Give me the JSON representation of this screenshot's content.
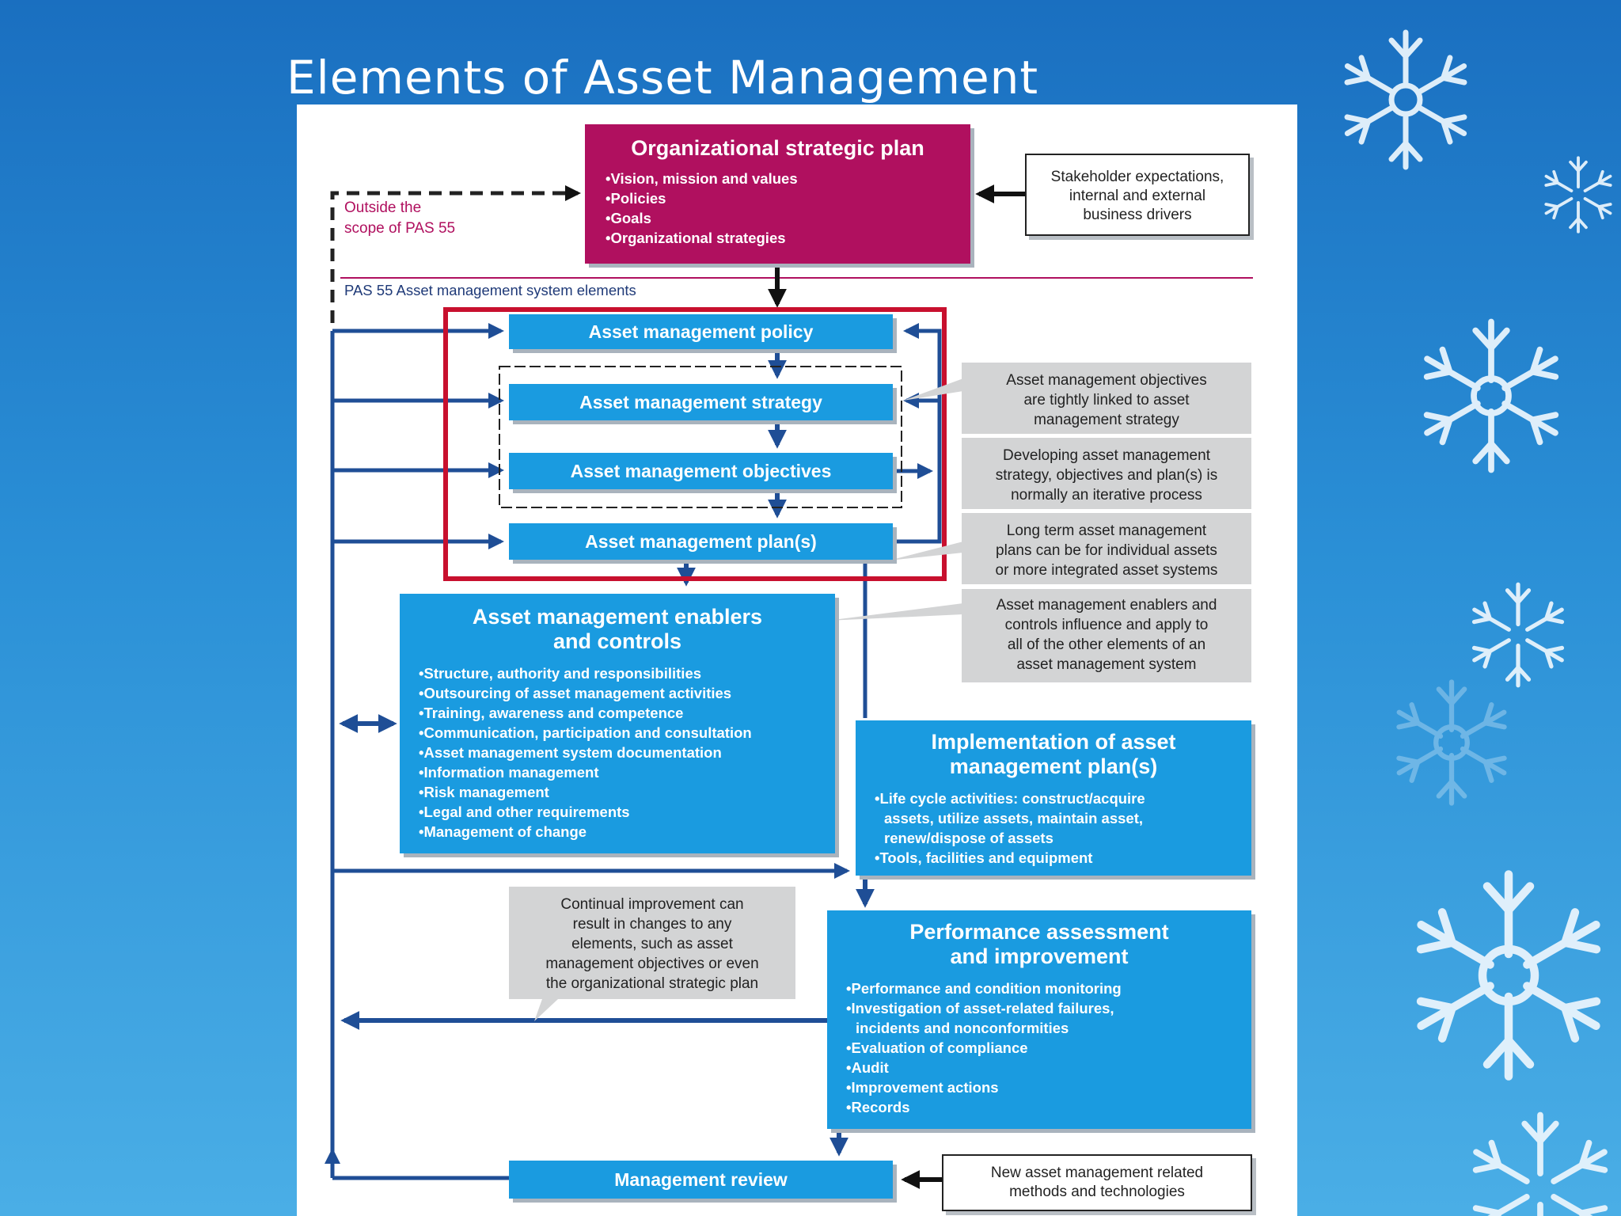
{
  "slide": {
    "title": "Elements of Asset Management"
  },
  "diagram": {
    "strategic_plan": {
      "title": "Organizational strategic plan",
      "bullets": [
        "Vision, mission and values",
        "Policies",
        "Goals",
        "Organizational strategies"
      ]
    },
    "stakeholder_note": "Stakeholder expectations,\ninternal and external\nbusiness drivers",
    "outside_scope_label": "Outside the\nscope of PAS 55",
    "pas55_label": "PAS 55 Asset management system elements",
    "policy": "Asset management policy",
    "strategy": "Asset management strategy",
    "objectives": "Asset management objectives",
    "plans": "Asset management plan(s)",
    "enablers": {
      "title": "Asset management enablers\nand controls",
      "bullets": [
        "Structure, authority and responsibilities",
        "Outsourcing of asset management activities",
        "Training, awareness and competence",
        "Communication, participation and consultation",
        "Asset management system documentation",
        "Information management",
        "Risk management",
        "Legal and other requirements",
        "Management of change"
      ]
    },
    "implementation": {
      "title": "Implementation of asset\nmanagement plan(s)",
      "bullets": [
        "Life cycle activities: construct/acquire\nassets, utilize assets, maintain asset,\nrenew/dispose of assets",
        "Tools, facilities and equipment"
      ]
    },
    "performance": {
      "title": "Performance assessment\nand improvement",
      "bullets": [
        "Performance and condition monitoring",
        "Investigation of asset-related failures,\nincidents and nonconformities",
        "Evaluation of compliance",
        "Audit",
        "Improvement actions",
        "Records"
      ]
    },
    "review": "Management review",
    "notes": {
      "objectives_linked": "Asset management objectives\nare tightly linked to asset\nmanagement strategy",
      "iterative": "Developing asset management\nstrategy, objectives and plan(s) is\nnormally an iterative process",
      "long_term": "Long term asset management\nplans can be for individual assets\nor more integrated asset systems",
      "enablers_influence": "Asset management enablers and\ncontrols influence and apply to\nall of the other elements of an\nasset management system",
      "continual_improvement": "Continual improvement can\nresult in changes to any\nelements, such as asset\nmanagement objectives or even\nthe organizational strategic plan",
      "new_methods": "New asset management related\nmethods and technologies"
    },
    "colors": {
      "blue_box": "#1a9be0",
      "magenta_box": "#b0105f",
      "arrow_navy": "#1f4e96",
      "highlight_red": "#c8102e",
      "note_grey": "#d3d4d5"
    }
  }
}
